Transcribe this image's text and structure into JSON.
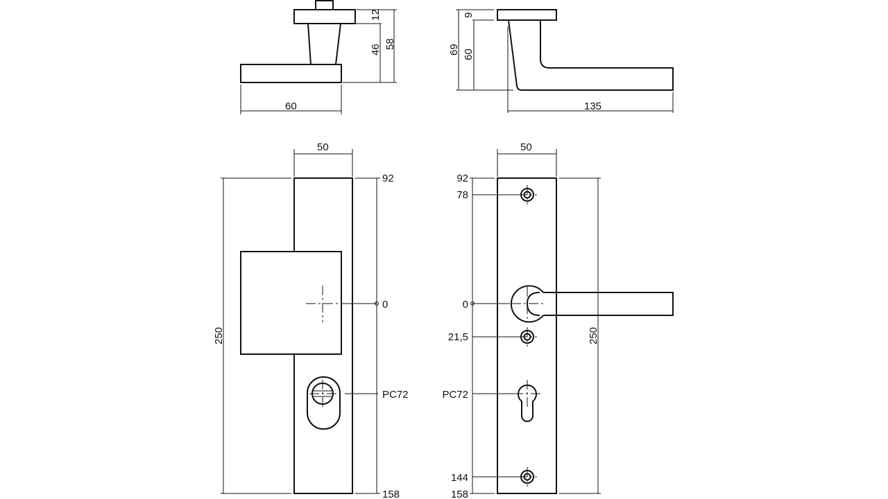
{
  "top_left_view": {
    "dim_rosette": "12",
    "dim_neck": "46",
    "dim_height": "58",
    "dim_width": "60"
  },
  "top_right_view": {
    "dim_rosette": "9",
    "dim_lever_height": "60",
    "dim_total_height": "69",
    "dim_length": "135"
  },
  "bottom_left_view": {
    "dim_width": "50",
    "dim_top": "92",
    "dim_center": "0",
    "dim_cylinder": "PC72",
    "dim_bottom": "158",
    "dim_height": "250"
  },
  "bottom_right_view": {
    "dim_width": "50",
    "dim_top": "92",
    "dim_screw_top": "78",
    "dim_center": "0",
    "dim_screw_mid": "21,5",
    "dim_cylinder": "PC72",
    "dim_screw_bottom": "144",
    "dim_bottom": "158",
    "dim_height": "250"
  },
  "colors": {
    "line": "#111111",
    "background": "#ffffff"
  }
}
